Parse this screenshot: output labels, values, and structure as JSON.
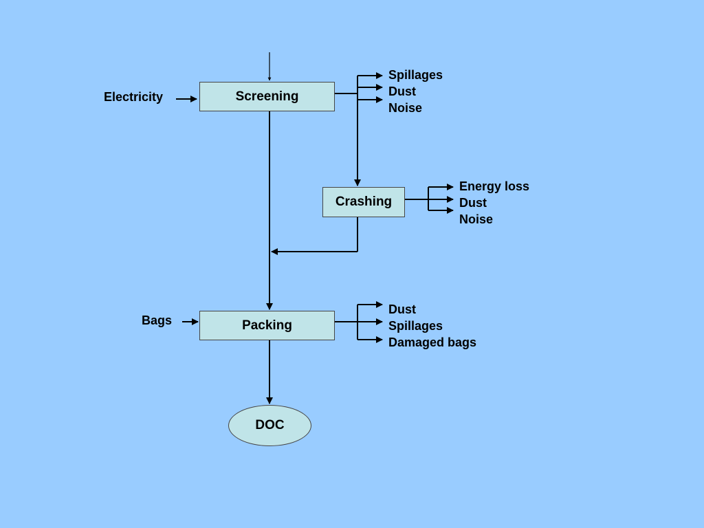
{
  "diagram": {
    "nodes": {
      "screening": "Screening",
      "crashing": "Crashing",
      "packing": "Packing",
      "doc": "DOC"
    },
    "inputs": {
      "electricity": "Electricity",
      "bags": "Bags"
    },
    "outputs": {
      "screening": [
        "Spillages",
        "Dust",
        "Noise"
      ],
      "crashing": [
        "Energy loss",
        "Dust",
        "Noise"
      ],
      "packing": [
        "Dust",
        "Spillages",
        "Damaged bags"
      ]
    }
  }
}
